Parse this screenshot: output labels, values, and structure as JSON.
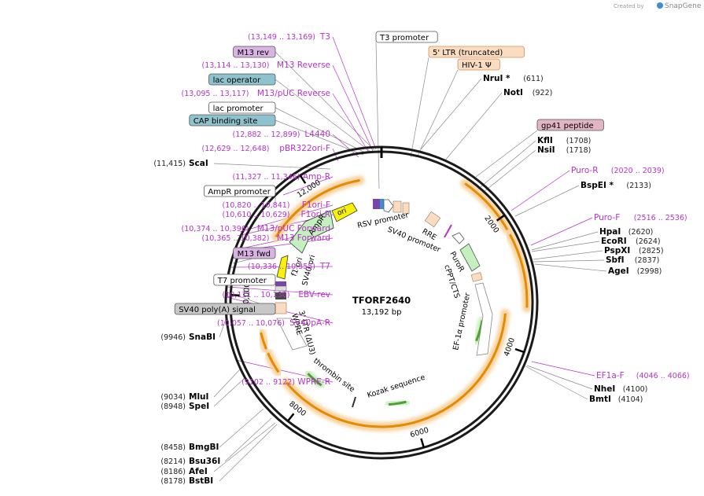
{
  "brand": {
    "created_by": "Created by",
    "name": "SnapGene"
  },
  "plasmid": {
    "name": "TFORF2640",
    "size": "13,192 bp"
  },
  "ticks": [
    "2000",
    "4000",
    "6000",
    "8000",
    "10,000",
    "12,000"
  ],
  "colors": {
    "primer": "#b533c8",
    "primer_box": "#d8b3e3",
    "feature_box": "#f9dcc2",
    "feature_box_border": "#d5905a",
    "blue_box": "#8ec2cc",
    "grey_box": "#c7c7c7",
    "gp41_box": "#e2b5c2",
    "orange_arc": "#e68a00",
    "green_arc": "#4ba32c",
    "ori_yellow": "#f6f00a",
    "ampr_green": "#c4f0c0"
  },
  "left_labels": [
    {
      "pos": "(13,149 .. 13,169)",
      "name": "T3",
      "kind": "primer"
    },
    {
      "name": "M13 rev",
      "kind": "primer_box"
    },
    {
      "pos": "(13,114 .. 13,130)",
      "name": "M13 Reverse",
      "kind": "primer"
    },
    {
      "name": "lac operator",
      "kind": "blue_box"
    },
    {
      "pos": "(13,095 .. 13,117)",
      "name": "M13/pUC Reverse",
      "kind": "primer"
    },
    {
      "name": "lac promoter",
      "kind": "white_box"
    },
    {
      "name": "CAP binding site",
      "kind": "blue_box"
    },
    {
      "pos": "(12,882 .. 12,899)",
      "name": "L4440",
      "kind": "primer"
    },
    {
      "pos": "(12,629 .. 12,648)",
      "name": "pBR322ori-F",
      "kind": "primer"
    },
    {
      "pos": "(11,415)",
      "name": "ScaI",
      "kind": "enzyme"
    },
    {
      "pos": "(11,327 .. 11,346)",
      "name": "Amp-R",
      "kind": "primer"
    },
    {
      "name": "AmpR promoter",
      "kind": "white_box"
    },
    {
      "pos": "(10,820 .. 10,841)",
      "name": "F1ori-F",
      "kind": "primer"
    },
    {
      "pos": "(10,610 .. 10,629)",
      "name": "F1ori-R",
      "kind": "primer"
    },
    {
      "pos": "(10,374 .. 10,396)",
      "name": "M13/pUC Forward",
      "kind": "primer"
    },
    {
      "pos": "(10,365 .. 10,382)",
      "name": "M13 Forward",
      "kind": "primer"
    },
    {
      "name": "M13 fwd",
      "kind": "primer_box"
    },
    {
      "pos": "(10,336 .. 10,355)",
      "name": "T7",
      "kind": "primer"
    },
    {
      "name": "T7 promoter",
      "kind": "white_box"
    },
    {
      "pos": "(10,111 .. 10,130)",
      "name": "EBV-rev",
      "kind": "primer"
    },
    {
      "name": "SV40 poly(A) signal",
      "kind": "grey_box"
    },
    {
      "pos": "(10,057 .. 10,076)",
      "name": "SV40pA-R",
      "kind": "primer"
    },
    {
      "pos": "(9946)",
      "name": "SnaBI",
      "kind": "enzyme"
    },
    {
      "pos": "(9102 .. 9122)",
      "name": "WPRE-R",
      "kind": "primer"
    },
    {
      "pos": "(9034)",
      "name": "MluI",
      "kind": "enzyme"
    },
    {
      "pos": "(8948)",
      "name": "SpeI",
      "kind": "enzyme"
    },
    {
      "pos": "(8458)",
      "name": "BmgBI",
      "kind": "enzyme"
    },
    {
      "pos": "(8214)",
      "name": "Bsu36I",
      "kind": "enzyme"
    },
    {
      "pos": "(8186)",
      "name": "AfeI",
      "kind": "enzyme"
    },
    {
      "pos": "(8178)",
      "name": "BstBI",
      "kind": "enzyme"
    }
  ],
  "right_labels": [
    {
      "name": "T3 promoter",
      "kind": "white_box"
    },
    {
      "name": "5' LTR (truncated)",
      "kind": "feature_box"
    },
    {
      "name": "HIV-1 Ψ",
      "kind": "feature_box"
    },
    {
      "name": "NruI *",
      "pos": "(611)",
      "kind": "enzyme"
    },
    {
      "name": "NotI",
      "pos": "(922)",
      "kind": "enzyme"
    },
    {
      "name": "gp41 peptide",
      "kind": "gp41_box"
    },
    {
      "name": "KflI",
      "pos": "(1708)",
      "kind": "enzyme"
    },
    {
      "name": "NsiI",
      "pos": "(1718)",
      "kind": "enzyme"
    },
    {
      "name": "Puro-R",
      "pos": "(2020 .. 2039)",
      "kind": "primer"
    },
    {
      "name": "BspEI *",
      "pos": "(2133)",
      "kind": "enzyme"
    },
    {
      "name": "Puro-F",
      "pos": "(2516 .. 2536)",
      "kind": "primer"
    },
    {
      "name": "HpaI",
      "pos": "(2620)",
      "kind": "enzyme"
    },
    {
      "name": "EcoRI",
      "pos": "(2624)",
      "kind": "enzyme"
    },
    {
      "name": "PspXI",
      "pos": "(2825)",
      "kind": "enzyme"
    },
    {
      "name": "SbfI",
      "pos": "(2837)",
      "kind": "enzyme"
    },
    {
      "name": "AgeI",
      "pos": "(2998)",
      "kind": "enzyme"
    },
    {
      "name": "EF1a-F",
      "pos": "(4046 .. 4066)",
      "kind": "primer"
    },
    {
      "name": "NheI",
      "pos": "(4100)",
      "kind": "enzyme"
    },
    {
      "name": "BmtI",
      "pos": "(4104)",
      "kind": "enzyme"
    }
  ],
  "inner_labels": {
    "ori": "ori",
    "ampr": "AmpR",
    "f1_ori": "f1 ori",
    "sv40_ori": "SV40 ori",
    "rsv": "RSV promoter",
    "rre": "RRE",
    "sv40_promoter": "SV40 promoter",
    "puror": "PuroR",
    "cppt": "cPPT/CTS",
    "ef1a": "EF-1α promoter",
    "ltr3": "3' LTR (ΔU3)",
    "wpre": "WPRE",
    "thrombin": "thrombin site",
    "kozak": "Kozak sequence"
  }
}
